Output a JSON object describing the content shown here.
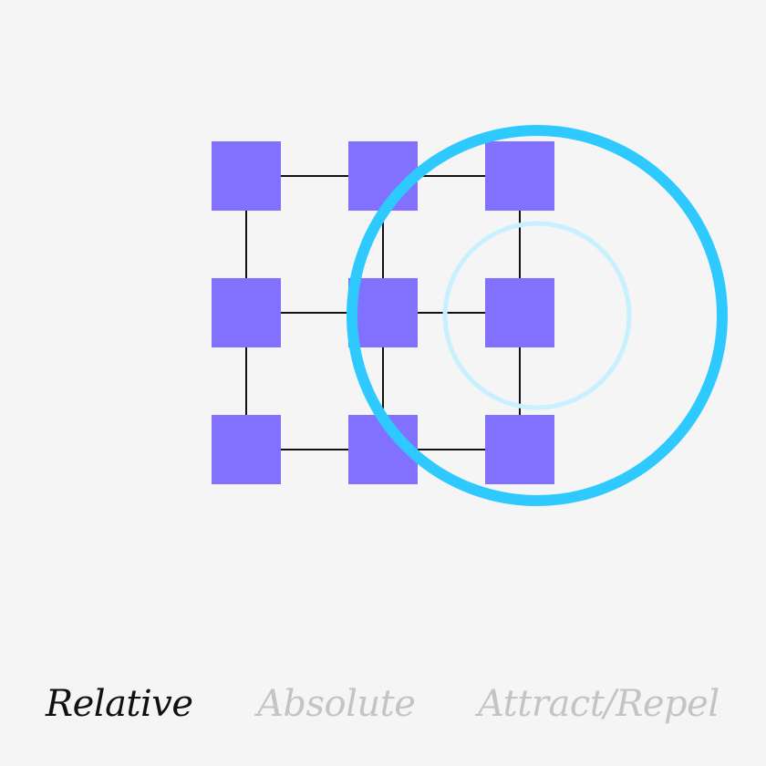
{
  "modes": {
    "items": [
      {
        "label": "Relative",
        "active": true
      },
      {
        "label": "Absolute",
        "active": false
      },
      {
        "label": "Attract/Repel",
        "active": false
      }
    ]
  },
  "colors": {
    "background": "#f5f5f5",
    "node": "#8270ff",
    "edge": "#111111",
    "cursor_outer": "#2ec9ff",
    "cursor_inner": "#c8f0ff",
    "mode_active": "#111111",
    "mode_inactive": "#c4c4c4"
  },
  "grid": {
    "rows": 3,
    "cols": 3
  }
}
